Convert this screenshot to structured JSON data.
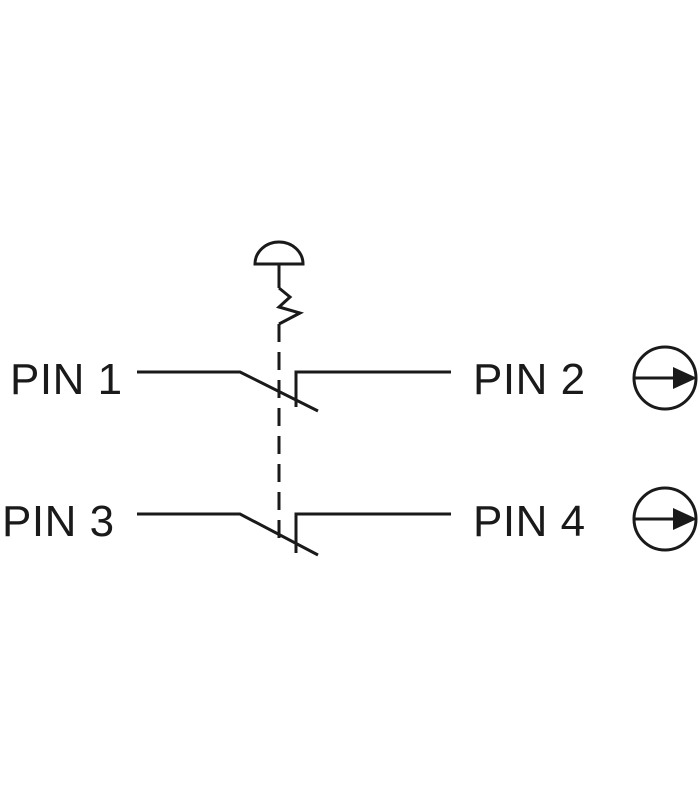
{
  "labels": {
    "pin1": "PIN 1",
    "pin2": "PIN 2",
    "pin3": "PIN 3",
    "pin4": "PIN 4"
  },
  "colors": {
    "stroke": "#1a1a1a",
    "background": "#ffffff"
  },
  "icons": {
    "actuator": "mushroom-head-actuator-icon",
    "spring": "spring-icon",
    "output": "circle-arrow-icon"
  }
}
